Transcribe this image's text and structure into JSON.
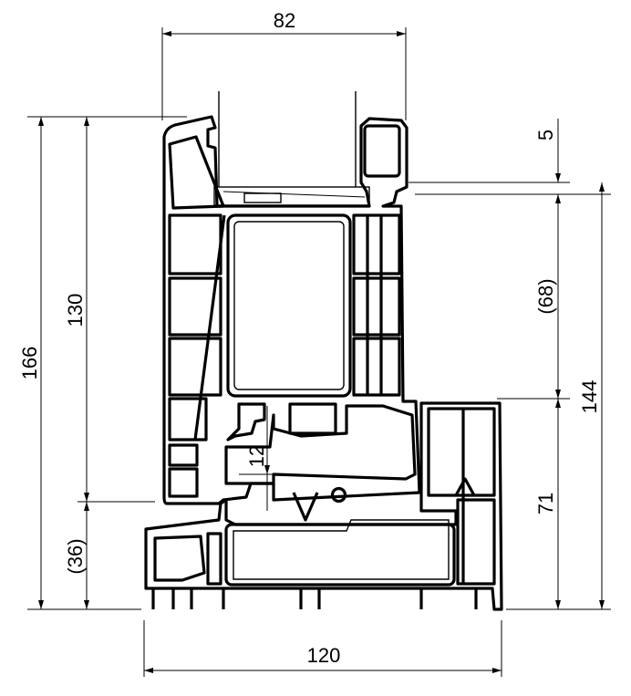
{
  "drawing": {
    "title": "Window profile cross-section",
    "colors": {
      "line": "#000000",
      "background": "#ffffff"
    },
    "dimensions": {
      "top_width": "82",
      "total_height": "166",
      "sash_height": "130",
      "frame_overlap": "(36)",
      "glass_rebate": "5",
      "glass_bead_height": "(68)",
      "right_total": "144",
      "frame_height": "71",
      "gap": "12",
      "bottom_width": "120"
    }
  }
}
